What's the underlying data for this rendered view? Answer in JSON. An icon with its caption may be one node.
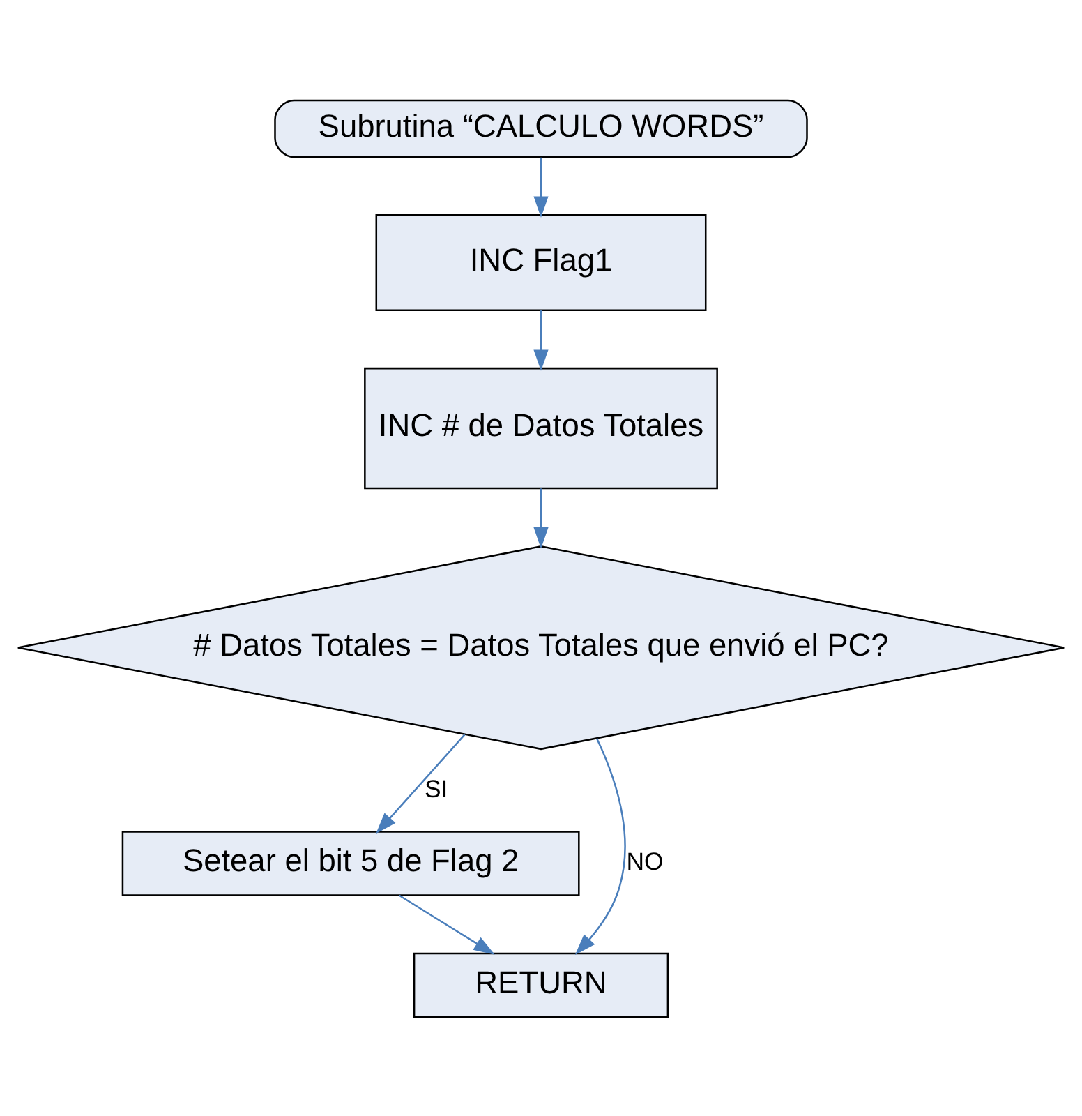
{
  "diagram": {
    "nodes": [
      {
        "text": [
          "Subrutina “CALCULO WORDS”"
        ]
      },
      {
        "text": [
          "INC Flag1"
        ]
      },
      {
        "text": [
          "INC # de Datos Totales"
        ]
      },
      {
        "text": [
          "# Datos Totales = Datos Totales que envió el PC?"
        ]
      },
      {
        "text": [
          "Setear el bit 5 de Flag 2"
        ]
      },
      {
        "text": [
          "RETURN"
        ]
      }
    ],
    "edges": [
      {
        "from": 0,
        "to": 1,
        "arrow": "to"
      },
      {
        "from": 1,
        "to": 2,
        "arrow": "to"
      },
      {
        "from": 2,
        "to": 3,
        "arrow": "to"
      },
      {
        "from": 3,
        "to": 4,
        "arrow": "to",
        "label": "SI"
      },
      {
        "from": 4,
        "to": 5,
        "arrow": "to"
      },
      {
        "from": 3,
        "to": 5,
        "arrow": "to",
        "label": "NO"
      }
    ]
  }
}
